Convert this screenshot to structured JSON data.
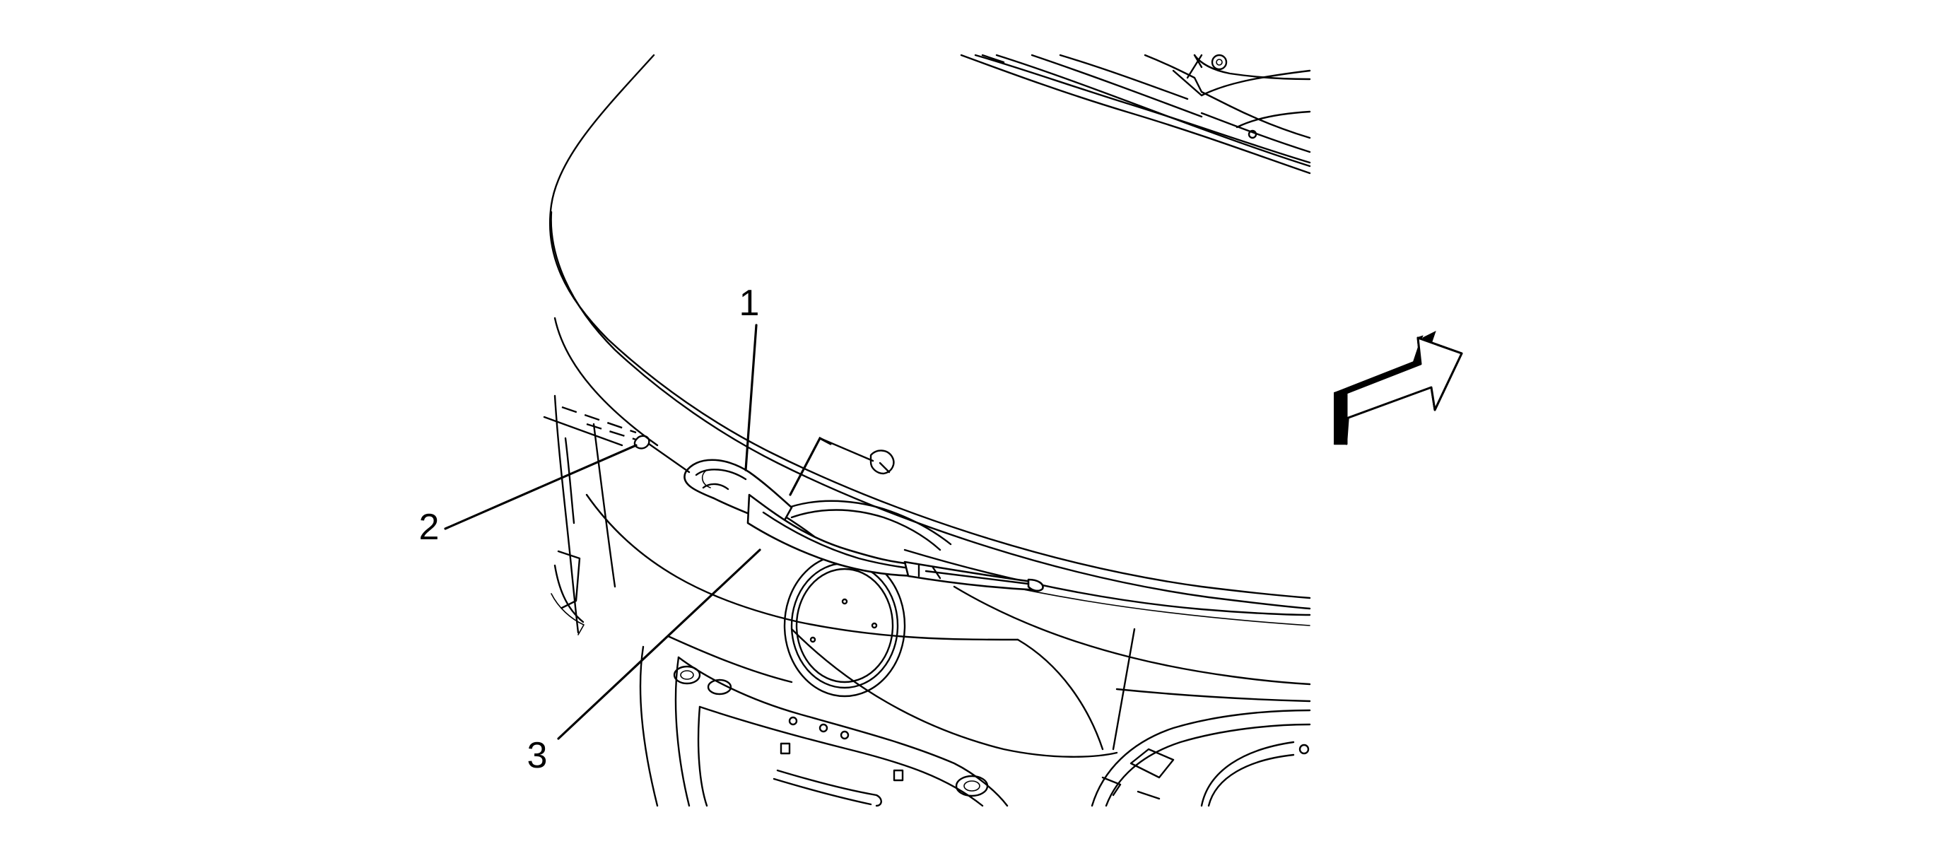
{
  "callouts": [
    {
      "number": "1",
      "part": "wiper-arm"
    },
    {
      "number": "2",
      "part": "wiper-arm-nut"
    },
    {
      "number": "3",
      "part": "wiper-blade"
    }
  ],
  "view_arrow": {
    "icon": "view-direction-arrow-icon"
  },
  "colors": {
    "line": "#000000",
    "background": "#ffffff",
    "arrow_shadow": "#000000"
  }
}
